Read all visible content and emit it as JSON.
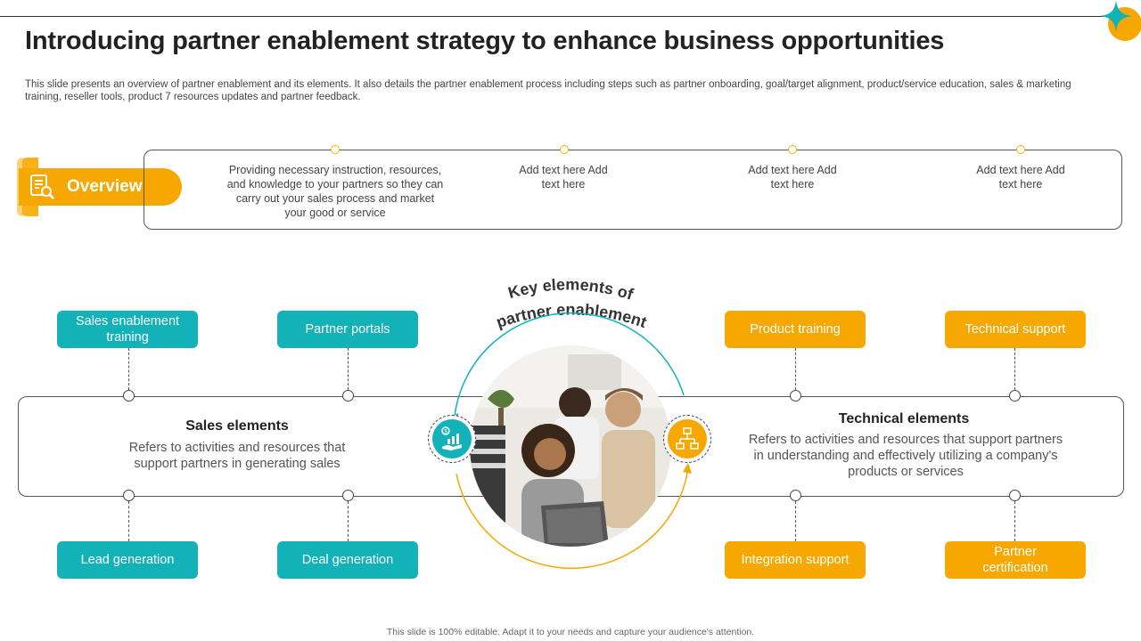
{
  "header": {
    "title": "Introducing partner enablement strategy to enhance business opportunities",
    "subtitle": "This slide presents an overview of partner enablement and its elements. It also details the partner enablement process including steps such as partner onboarding, goal/target alignment, product/service education, sales & marketing training, reseller tools, product 7 resources updates and partner feedback."
  },
  "overview": {
    "label": "Overview",
    "columns": [
      "Providing necessary instruction, resources, and knowledge to your partners so they can carry out your sales process and market your good or service",
      "Add text here Add text here",
      "Add text here Add text here",
      "Add text here Add text here"
    ]
  },
  "center": {
    "heading_line1": "Key elements of",
    "heading_line2": "partner enablement"
  },
  "sales": {
    "title": "Sales elements",
    "description": "Refers to activities and resources that support partners in generating sales",
    "top_items": [
      "Sales enablement training",
      "Partner portals"
    ],
    "bottom_items": [
      "Lead generation",
      "Deal generation"
    ]
  },
  "technical": {
    "title": "Technical elements",
    "description": "Refers to activities and resources that support partners in understanding and effectively utilizing a company's products or services",
    "top_items": [
      "Product training",
      "Technical support"
    ],
    "bottom_items": [
      "Integration support",
      "Partner certification"
    ]
  },
  "footer": {
    "note": "This slide is 100% editable. Adapt it to your needs and capture your audience's attention."
  },
  "colors": {
    "teal": "#12b2b8",
    "orange": "#f7a800"
  }
}
